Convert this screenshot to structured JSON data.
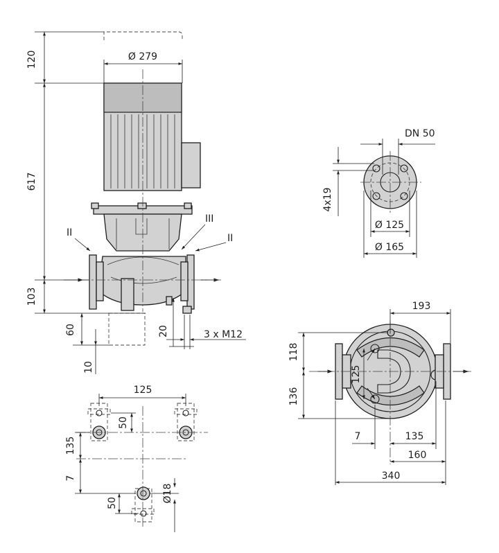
{
  "front_view": {
    "dim_top_clearance": "120",
    "dim_motor_height": "617",
    "dim_center_height": "103",
    "dim_motor_diameter": "Ø 279",
    "dim_base_60": "60",
    "dim_base_10": "10",
    "dim_base_20": "20",
    "thread_label": "3 x M12",
    "marker_left": "II",
    "marker_mid": "III",
    "marker_right": "II"
  },
  "flange_view": {
    "dn_label": "DN 50",
    "holes_label": "4x19",
    "bolt_circle": "Ø 125",
    "flange_diameter": "Ø 165"
  },
  "top_view": {
    "dim_193": "193",
    "dim_118": "118",
    "dim_136": "136",
    "dim_125": "125",
    "dim_7": "7",
    "dim_135": "135",
    "dim_160": "160",
    "dim_340": "340"
  },
  "base_plan": {
    "dim_125": "125",
    "dim_50_top": "50",
    "dim_135": "135",
    "dim_7": "7",
    "dim_50_bottom": "50",
    "dim_diameter_18": "Ø18"
  }
}
